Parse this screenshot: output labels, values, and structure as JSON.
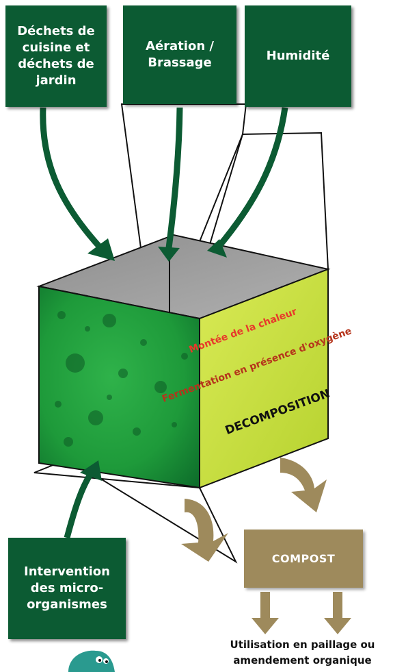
{
  "colors": {
    "input_box": "#0c5b33",
    "arrow_green": "#0c5b33",
    "compost_box": "#9e8a5c",
    "arrow_brown": "#9e8a5c",
    "cube_front": "#1f9e3c",
    "cube_side": "#c9e043",
    "cube_top": "#9a9a9a",
    "heat_text": "#e8382a",
    "fermentation_text": "#b5341b"
  },
  "inputs": {
    "waste": "Déchets de cuisine et déchets de jardin",
    "aeration": "Aération / Brassage",
    "humidity": "Humidité",
    "microorganisms": "Intervention des micro-organismes"
  },
  "cube_side": {
    "heat": "Montée de la chaleur",
    "fermentation": "Fermentation en présence d'oxygène",
    "decomposition": "DECOMPOSITION"
  },
  "output": {
    "compost": "COMPOST",
    "usage": "Utilisation en paillage ou amendement organique"
  }
}
